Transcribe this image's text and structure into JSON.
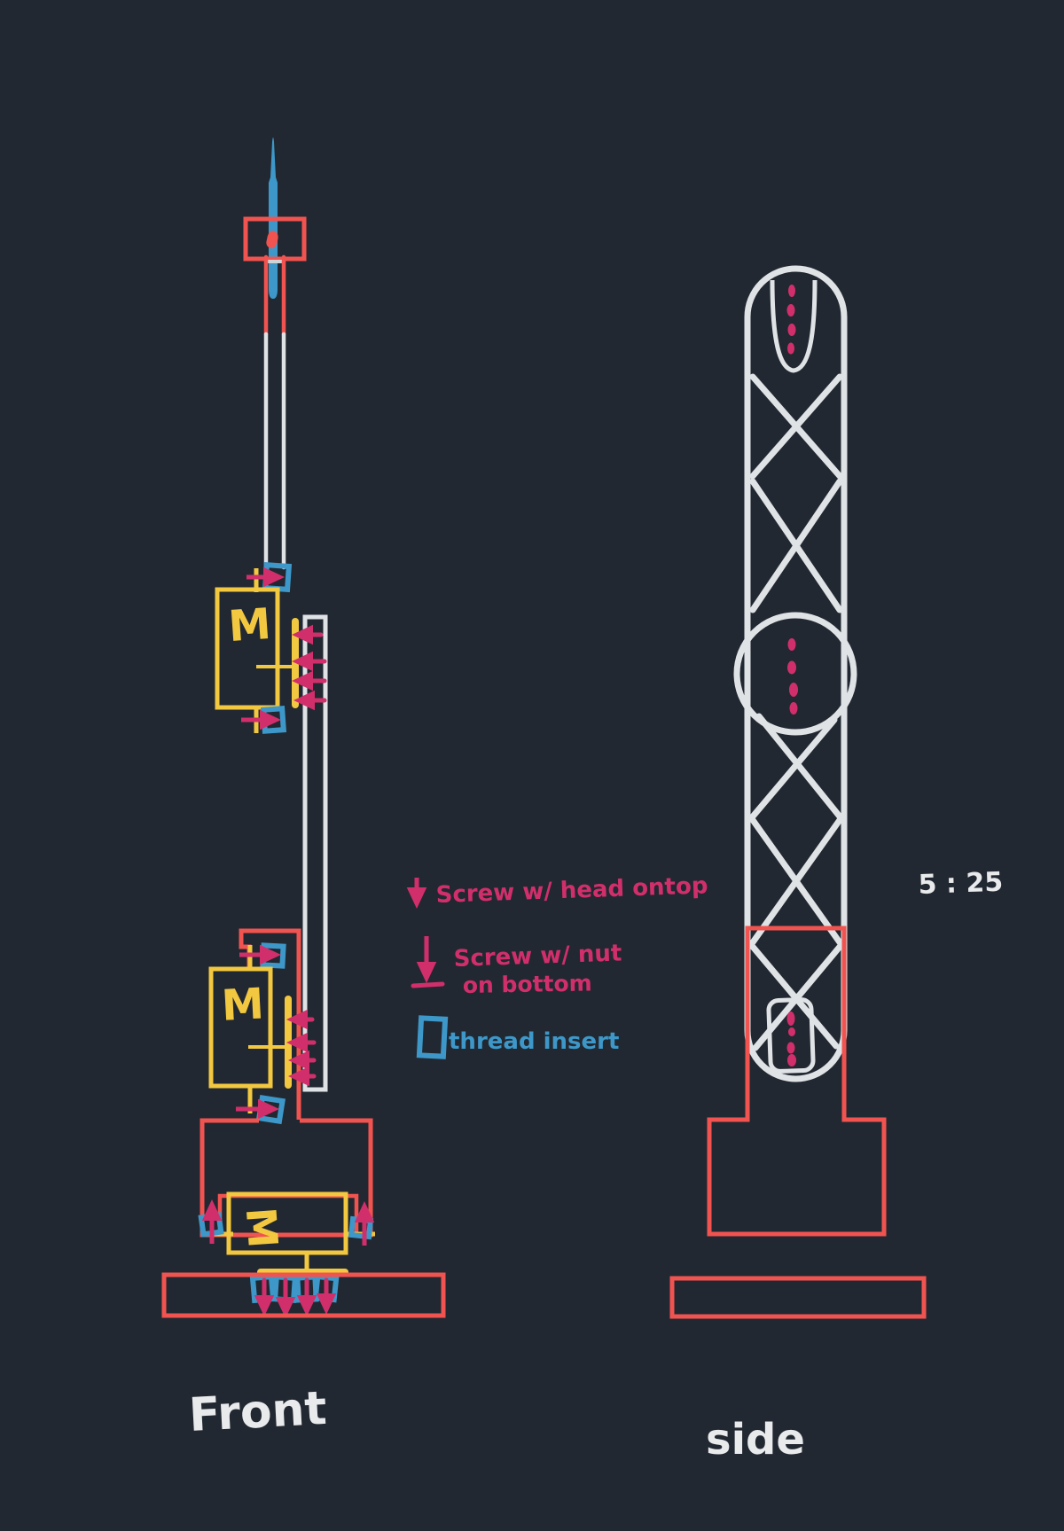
{
  "drawing": {
    "scale_note": "5 : 25",
    "front_label": "Front",
    "side_label": "side",
    "motor_label": "M",
    "legend": {
      "screw_head_label": "Screw w/ head ontop",
      "screw_nut_label_line1": "Screw w/ nut",
      "screw_nut_label_line2": "on bottom",
      "thread_insert_label": "thread insert"
    },
    "colors": {
      "background": "#222831",
      "red": "#f15450",
      "pink": "#d12f6b",
      "blue": "#3d98c9",
      "yellow": "#f2c840",
      "white": "#e3e6e8"
    }
  }
}
